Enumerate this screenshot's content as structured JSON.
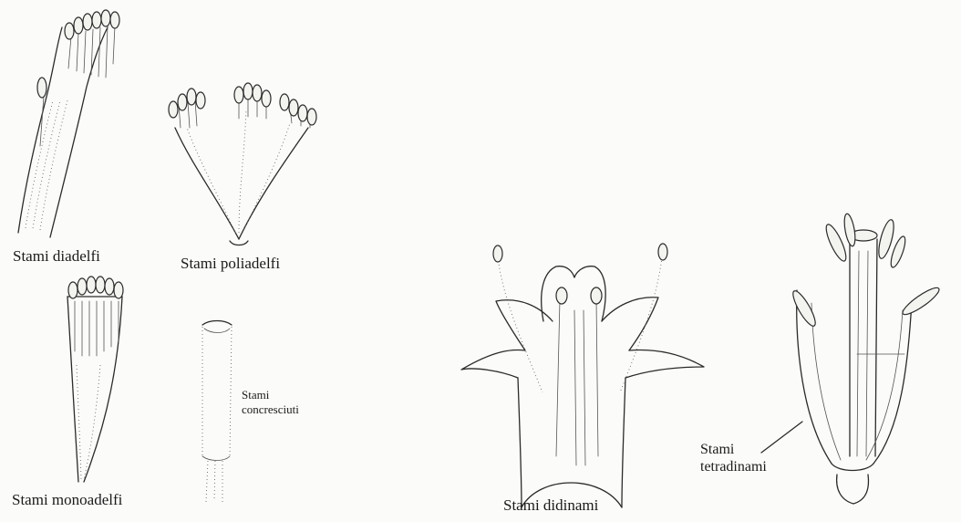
{
  "labels": {
    "diadelfi": "Stami diadelfi",
    "poliadelfi": "Stami poliadelfi",
    "monoadelfi": "Stami monoadelfi",
    "concresciuti_line1": "Stami",
    "concresciuti_line2": "concresciuti",
    "didinami": "Stami didinami",
    "tetradinami_line1": "Stami",
    "tetradinami_line2": "tetradinami"
  }
}
